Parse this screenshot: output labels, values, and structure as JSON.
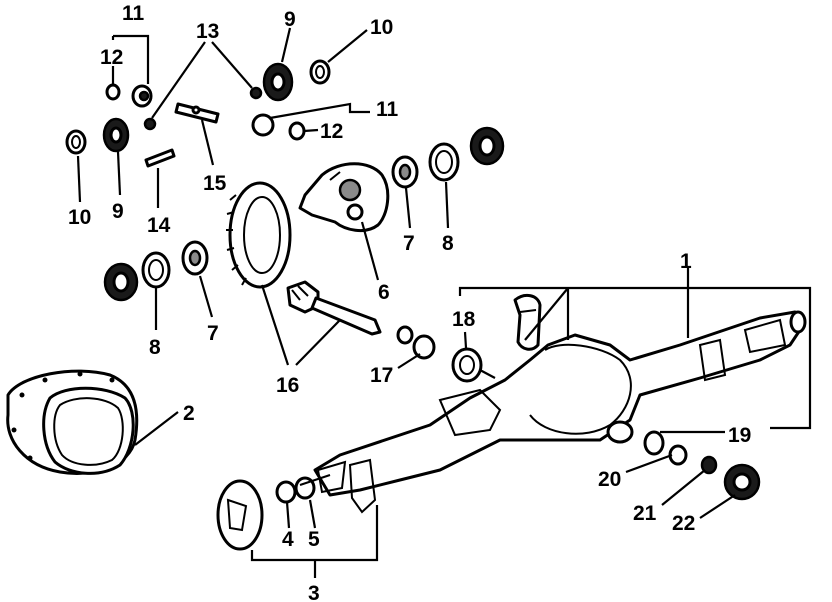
{
  "callouts": {
    "c1": "1",
    "c2": "2",
    "c3": "3",
    "c4": "4",
    "c5": "5",
    "c6": "6",
    "c7a": "7",
    "c7b": "7",
    "c8a": "8",
    "c8b": "8",
    "c9a": "9",
    "c9b": "9",
    "c10a": "10",
    "c10b": "10",
    "c11a": "11",
    "c11b": "11",
    "c12a": "12",
    "c12b": "12",
    "c13": "13",
    "c14": "14",
    "c15": "15",
    "c16": "16",
    "c17": "17",
    "c18": "18",
    "c19": "19",
    "c20": "20",
    "c21": "21",
    "c22": "22"
  }
}
